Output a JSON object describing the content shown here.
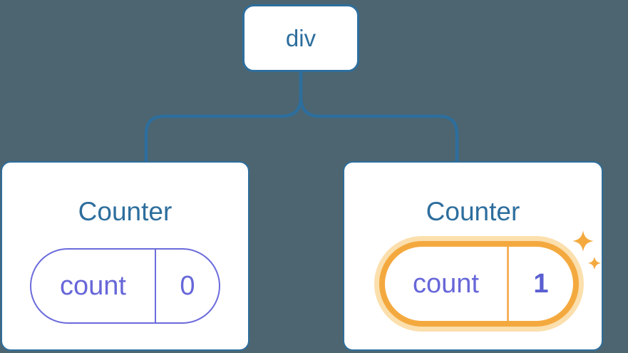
{
  "colors": {
    "canvas_background": "#4C6570",
    "card_background": "#FFFFFF",
    "node_blue": "#2D6E9D",
    "text_blue": "#2D6E9D",
    "state_purple": "#6767D9",
    "pill_border_purple": "#6B6BDC",
    "value_bold_purple": "#5B5FD1",
    "highlight_orange": "#F4A93F",
    "highlight_glow": "#FBDFAD",
    "highlight_divider": "#F5B25F"
  },
  "tree": {
    "root": {
      "label": "div"
    },
    "children": [
      {
        "label": "Counter",
        "state": {
          "key": "count",
          "value": "0"
        },
        "highlighted": false
      },
      {
        "label": "Counter",
        "state": {
          "key": "count",
          "value": "1"
        },
        "highlighted": true
      }
    ]
  },
  "icons": {
    "sparkle_large": "sparkle-icon",
    "sparkle_small": "sparkle-icon"
  }
}
